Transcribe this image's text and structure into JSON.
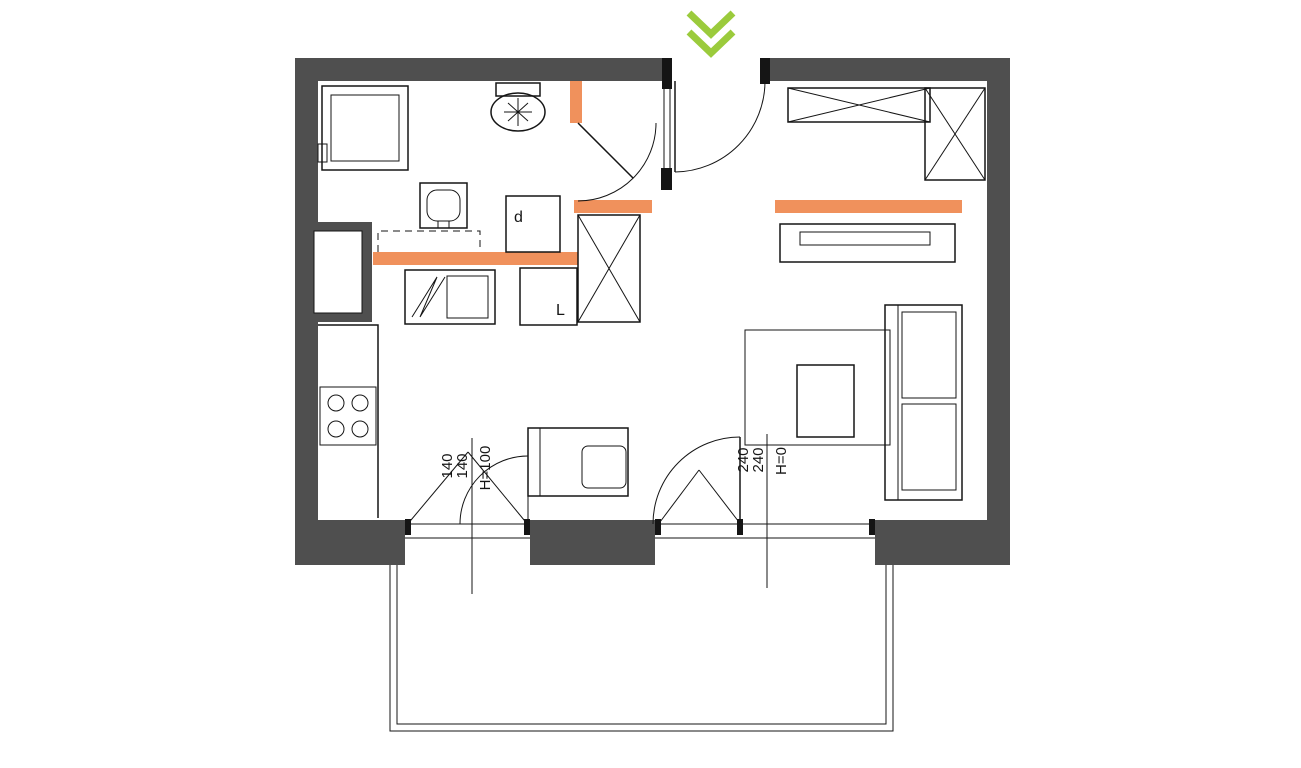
{
  "plan": {
    "colors": {
      "background": "#ffffff",
      "wall": "#4f4f4f",
      "highlight_wall": "#f0915c",
      "entrance_arrow": "#9bcb3c"
    },
    "labels": {
      "fridge": "L",
      "appliance": "d"
    },
    "dimensions": {
      "left_window": {
        "width_a": "140",
        "width_b": "140",
        "sill_height": "H=100"
      },
      "right_door": {
        "width_a": "240",
        "width_b": "240",
        "sill_height": "H=0"
      }
    }
  }
}
